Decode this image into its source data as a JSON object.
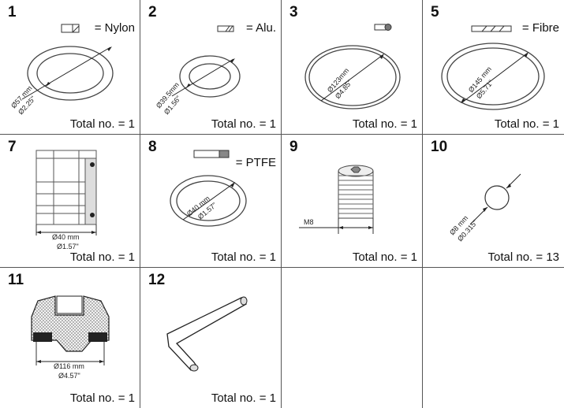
{
  "items": [
    {
      "number": "1",
      "material": "= Nylon",
      "dim_mm": "Ø57 mm",
      "dim_in": "Ø2.25\"",
      "total": "Total no. = 1"
    },
    {
      "number": "2",
      "material": "= Alu.",
      "dim_mm": "Ø39.5mm",
      "dim_in": "Ø1.56\"",
      "total": "Total no. = 1"
    },
    {
      "number": "3",
      "material": "",
      "dim_mm": "Ø123mm",
      "dim_in": "Ø4.85\"",
      "total": "Total no. = 1"
    },
    {
      "number": "5",
      "material": "= Fibre",
      "dim_mm": "Ø145 mm",
      "dim_in": "Ø5.71\"",
      "total": "Total no. = 1"
    },
    {
      "number": "7",
      "material": "",
      "dim_mm": "Ø40 mm",
      "dim_in": "Ø1.57\"",
      "total": "Total no. = 1"
    },
    {
      "number": "8",
      "material": "= PTFE",
      "dim_mm": "Ø40 mm",
      "dim_in": "Ø1.57\"",
      "total": "Total no. = 1"
    },
    {
      "number": "9",
      "material": "",
      "dim_mm": "M8",
      "dim_in": "",
      "total": "Total no. = 1"
    },
    {
      "number": "10",
      "material": "",
      "dim_mm": "Ø8 mm",
      "dim_in": "Ø0.315\"",
      "total": "Total no. = 13"
    },
    {
      "number": "11",
      "material": "",
      "dim_mm": "Ø116 mm",
      "dim_in": "Ø4.57\"",
      "total": "Total no. = 1"
    },
    {
      "number": "12",
      "material": "",
      "dim_mm": "",
      "dim_in": "",
      "total": "Total no. = 1"
    }
  ]
}
